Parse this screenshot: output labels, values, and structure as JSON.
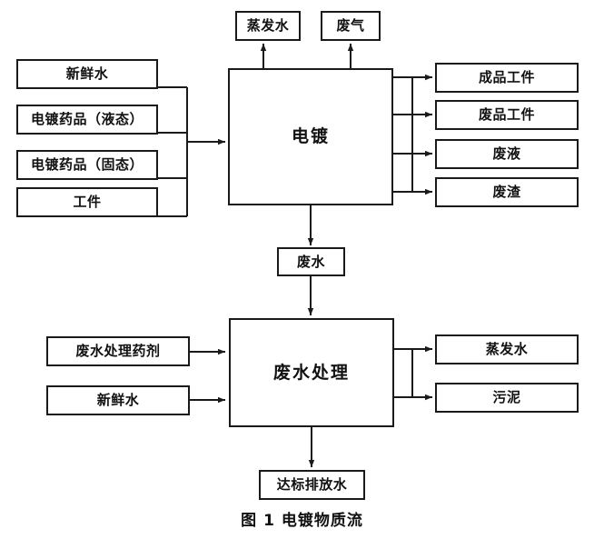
{
  "figure": {
    "caption": "图 1 电镀物质流",
    "line_color": "#1a1a1a",
    "background_color": "#ffffff",
    "text_color": "#111111"
  },
  "diagram": {
    "type": "flowchart",
    "processes": [
      {
        "id": "plating",
        "label": "电镀"
      },
      {
        "id": "wastewater-treatment",
        "label": "废水处理"
      }
    ],
    "plating": {
      "inputs": [
        {
          "id": "fresh-water",
          "label": "新鲜水"
        },
        {
          "id": "plating-chemical-liquid",
          "label": "电镀药品（液态）"
        },
        {
          "id": "plating-chemical-solid",
          "label": "电镀药品（固态）"
        },
        {
          "id": "workpiece",
          "label": "工件"
        }
      ],
      "top_outputs": [
        {
          "id": "evaporated-water",
          "label": "蒸发水"
        },
        {
          "id": "waste-gas",
          "label": "废气"
        }
      ],
      "right_outputs": [
        {
          "id": "finished-workpiece",
          "label": "成品工件"
        },
        {
          "id": "scrap-workpiece",
          "label": "废品工件"
        },
        {
          "id": "waste-liquid",
          "label": "废液"
        },
        {
          "id": "waste-residue",
          "label": "废渣"
        }
      ],
      "bottom_output": {
        "id": "wastewater",
        "label": "废水"
      }
    },
    "wastewater_treatment": {
      "inputs": [
        {
          "id": "wastewater-treatment-agent",
          "label": "废水处理药剂"
        },
        {
          "id": "fresh-water-2",
          "label": "新鲜水"
        }
      ],
      "top_input": {
        "id": "wastewater-in",
        "label": "废水"
      },
      "right_outputs": [
        {
          "id": "evaporated-water-2",
          "label": "蒸发水"
        },
        {
          "id": "sludge",
          "label": "污泥"
        }
      ],
      "bottom_output": {
        "id": "compliant-discharge-water",
        "label": "达标排放水"
      }
    }
  }
}
